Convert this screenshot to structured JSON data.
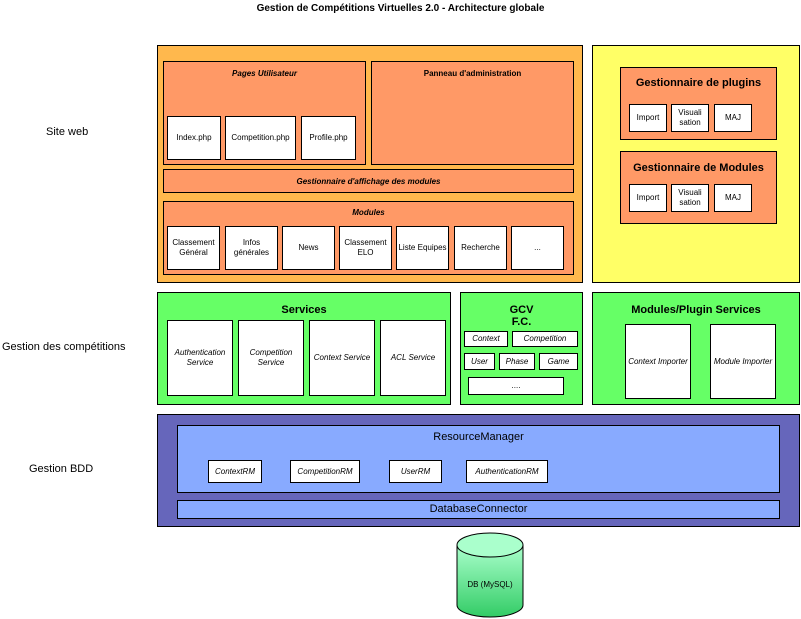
{
  "title": "Gestion de Compétitions Virtuelles 2.0 - Architecture globale",
  "rows": {
    "site_web": "Site web",
    "gestion_competitions": "Gestion des compétitions",
    "gestion_bdd": "Gestion BDD"
  },
  "site": {
    "pages_utilisateur": {
      "title": "Pages Utilisateur",
      "items": [
        "Index.php",
        "Competition.php",
        "Profile.php"
      ]
    },
    "panneau_admin": "Panneau d'administration",
    "gestionnaire_affichage": "Gestionnaire d'affichage des modules",
    "modules": {
      "title": "Modules",
      "items": [
        "Classement Général",
        "Infos générales",
        "News",
        "Classement ELO",
        "Liste Equipes",
        "Recherche",
        "..."
      ]
    },
    "gestionnaire_plugins": {
      "title": "Gestionnaire de plugins",
      "items": [
        "Import",
        "Visuali sation",
        "MAJ"
      ]
    },
    "gestionnaire_modules": {
      "title": "Gestionnaire de Modules",
      "items": [
        "Import",
        "Visuali sation",
        "MAJ"
      ]
    }
  },
  "services": {
    "title": "Services",
    "items": [
      "Authentication Service",
      "Competition Service",
      "Context Service",
      "ACL Service"
    ]
  },
  "gcv": {
    "title_line1": "GCV",
    "title_line2": "F.C.",
    "items": [
      "Context",
      "Competition",
      "User",
      "Phase",
      "Game",
      "...."
    ]
  },
  "plugin_services": {
    "title": "Modules/Plugin Services",
    "items": [
      "Context Importer",
      "Module Importer"
    ]
  },
  "bdd": {
    "resource_manager": "ResourceManager",
    "items": [
      "ContextRM",
      "CompetitionRM",
      "UserRM",
      "AuthenticationRM"
    ],
    "database_connector": "DatabaseConnector",
    "db": "DB (MySQL)"
  },
  "colors": {
    "orange_panel": "#ffb84d",
    "yellow_panel": "#ffff66",
    "salmon": "#ff9966",
    "green": "#66ff66",
    "purple": "#6666bb",
    "blue": "#88aaff",
    "db_cyan": "#aaffcc",
    "db_green": "#33cc66"
  }
}
